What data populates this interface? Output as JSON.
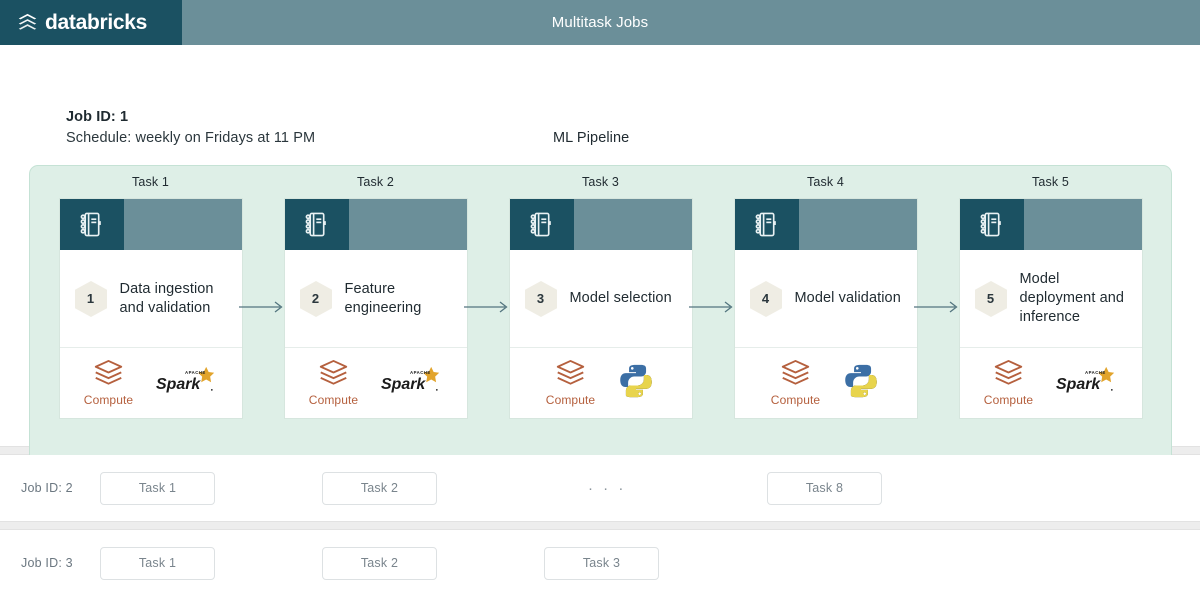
{
  "topbar": {
    "brand_name": "databricks",
    "brand_logo_icon": "databricks-stacked-layers-icon",
    "title": "Multitask Jobs",
    "bg_color": "#6B8F99",
    "brand_bg_color": "#1B5162"
  },
  "job1": {
    "job_id_label": "Job ID: 1",
    "schedule_label": "Schedule: weekly on Fridays at 11 PM",
    "pipeline_title": "ML Pipeline",
    "container_bg": "#DEEFE7",
    "container_border": "#C5E2D5",
    "tasks": [
      {
        "label": "Task 1",
        "number": "1",
        "title": "Data ingestion and validation",
        "header_icon": "notebook-icon",
        "compute_label": "Compute",
        "compute_icon": "databricks-compute-icon",
        "engine_icon": "apache-spark-logo",
        "engine_name": "Apache Spark"
      },
      {
        "label": "Task 2",
        "number": "2",
        "title": "Feature engineering",
        "header_icon": "notebook-icon",
        "compute_label": "Compute",
        "compute_icon": "databricks-compute-icon",
        "engine_icon": "apache-spark-logo",
        "engine_name": "Apache Spark"
      },
      {
        "label": "Task 3",
        "number": "3",
        "title": "Model selection",
        "header_icon": "notebook-icon",
        "compute_label": "Compute",
        "compute_icon": "databricks-compute-icon",
        "engine_icon": "python-logo",
        "engine_name": "Python"
      },
      {
        "label": "Task 4",
        "number": "4",
        "title": "Model validation",
        "header_icon": "notebook-icon",
        "compute_label": "Compute",
        "compute_icon": "databricks-compute-icon",
        "engine_icon": "python-logo",
        "engine_name": "Python"
      },
      {
        "label": "Task 5",
        "number": "5",
        "title": "Model deployment and inference",
        "header_icon": "notebook-icon",
        "compute_label": "Compute",
        "compute_icon": "databricks-compute-icon",
        "engine_icon": "apache-spark-logo",
        "engine_name": "Apache Spark"
      }
    ]
  },
  "job2": {
    "job_id_label": "Job ID: 2",
    "chips": [
      "Task 1",
      "Task 2",
      "Task 8"
    ],
    "ellipsis": "· · ·"
  },
  "job3": {
    "job_id_label": "Job ID: 3",
    "chips": [
      "Task 1",
      "Task 2",
      "Task 3"
    ]
  },
  "colors": {
    "dark_teal": "#1B5162",
    "slate_teal": "#6B8F99",
    "mint_bg": "#DEEFE7",
    "compute_text": "#B5603E",
    "hex_fill": "#EFEDE4",
    "chip_text": "#7A858D"
  }
}
